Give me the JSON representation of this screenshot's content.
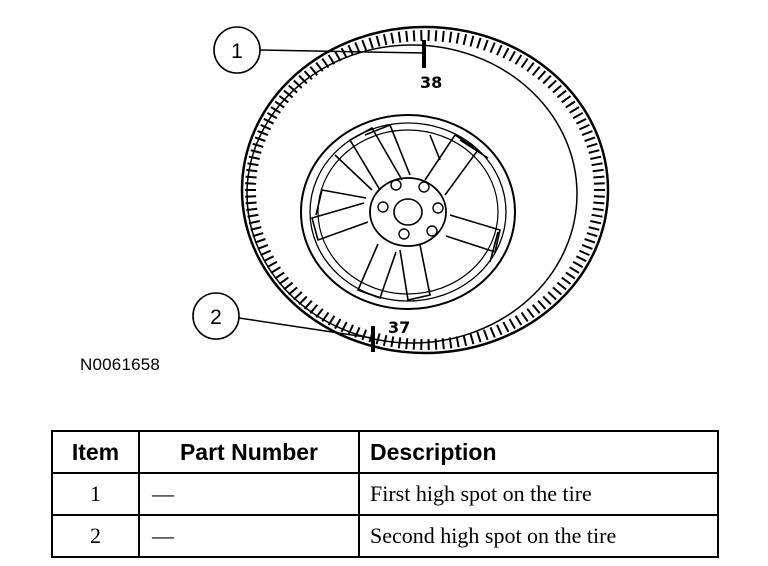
{
  "figure": {
    "id": "N0061658",
    "callouts": [
      {
        "number": "1",
        "mark": "38"
      },
      {
        "number": "2",
        "mark": "37"
      }
    ]
  },
  "table": {
    "headers": [
      "Item",
      "Part Number",
      "Description"
    ],
    "rows": [
      {
        "item": "1",
        "part_number": "—",
        "description": "First high spot on the tire"
      },
      {
        "item": "2",
        "part_number": "—",
        "description": "Second high spot on the tire"
      }
    ]
  }
}
